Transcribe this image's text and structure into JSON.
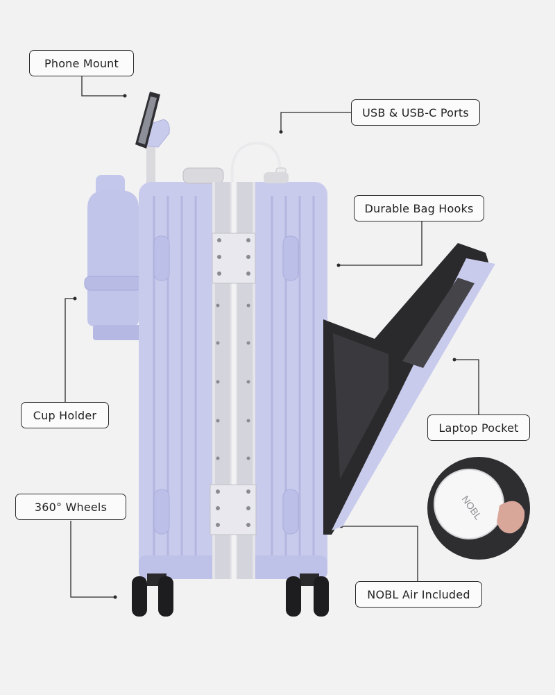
{
  "callouts": {
    "phone_mount": "Phone Mount",
    "usb_ports": "USB & USB-C Ports",
    "bag_hooks": "Durable Bag Hooks",
    "cup_holder": "Cup Holder",
    "laptop_pocket": "Laptop Pocket",
    "wheels": "360° Wheels",
    "nobl_air": "NOBL Air Included"
  },
  "tag_text": "NOBL",
  "colors": {
    "background": "#f2f2f3",
    "suitcase": "#c9cbec",
    "suitcase_shadow": "#aeb1dc",
    "frame": "#e6e6ea",
    "pocket": "#2a2a2c",
    "wheel": "#1d1d1f",
    "callout_border": "#2b2b2b"
  }
}
